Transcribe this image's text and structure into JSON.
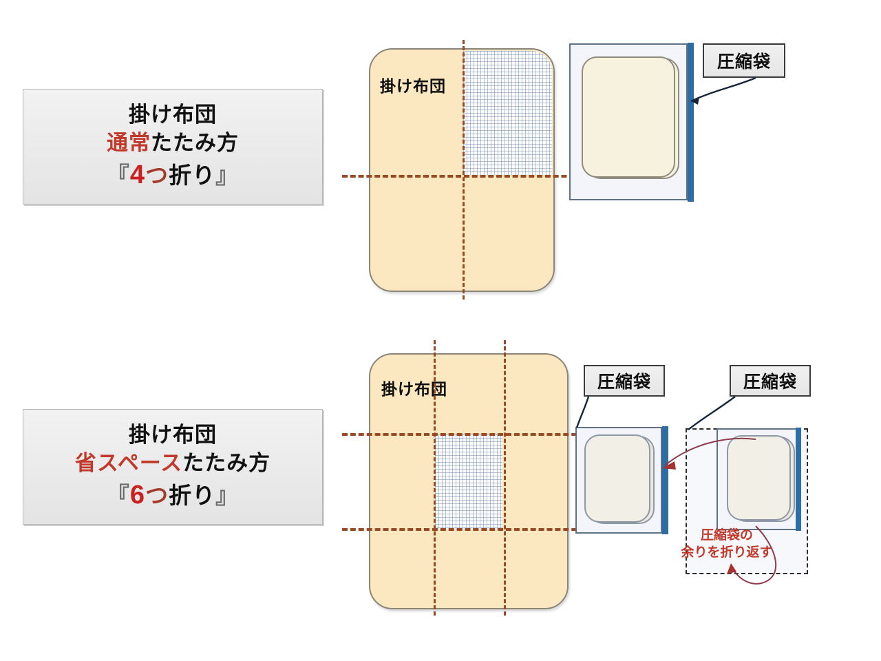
{
  "page": {
    "background": "#ffffff",
    "accent_red": "#c0392b",
    "futon_fill": "#fbe8c0",
    "bag_fill": "#f4f5fa",
    "seal_blue": "#2e6ca4",
    "fold_line": "#9a4a22"
  },
  "sections": [
    {
      "id": "normal-fold",
      "caption": {
        "line1": "掛け布団",
        "line2_highlight": "通常",
        "line2_rest": "たたみ方",
        "line3_open": "『",
        "line3_number": "4",
        "line3_word": "つ",
        "line3_tail": "折り",
        "line3_close": "』"
      },
      "futon_label": "掛け布団",
      "bag_callout": "圧縮袋",
      "folds": {
        "vertical": 1,
        "horizontal": 1,
        "result": "4つ折り"
      }
    },
    {
      "id": "space-saving-fold",
      "caption": {
        "line1": "掛け布団",
        "line2_highlight": "省スペース",
        "line2_rest": "たたみ方",
        "line3_open": "『",
        "line3_number": "6",
        "line3_word": "つ",
        "line3_tail": "折り",
        "line3_close": "』"
      },
      "futon_label": "掛け布団",
      "bag_callout_1": "圧縮袋",
      "bag_callout_2": "圧縮袋",
      "note_line1": "圧縮袋の",
      "note_line2": "余りを折り返す",
      "folds": {
        "vertical": 2,
        "horizontal": 2,
        "result": "6つ折り"
      }
    }
  ],
  "icons": {
    "leader_line": "leader-line-icon",
    "curved_arrow": "curved-arrow-icon",
    "fold_back_arrow": "fold-back-arrow-icon"
  }
}
